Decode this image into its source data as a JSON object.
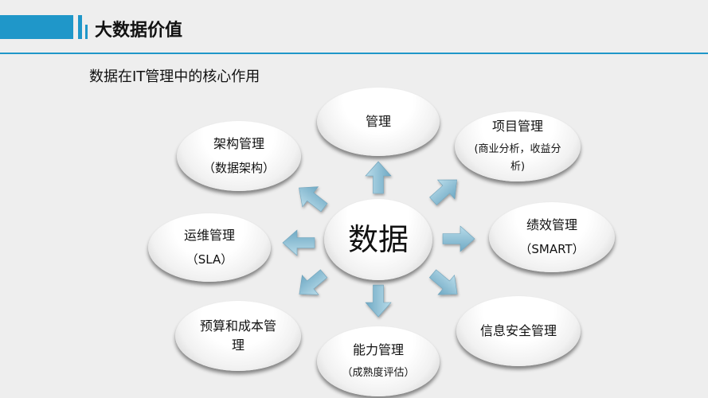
{
  "header": {
    "title": "大数据价值"
  },
  "subtitle": "数据在IT管理中的核心作用",
  "colors": {
    "accent": "#1f97c9",
    "arrow": "#8fc3da"
  },
  "center": {
    "label": "数据"
  },
  "nodes": [
    {
      "id": "mgmt",
      "line1": "管理",
      "line2": ""
    },
    {
      "id": "project",
      "line1": "项目管理",
      "line2": "(商业分析，收益分析)"
    },
    {
      "id": "performance",
      "line1": "绩效管理",
      "line2": "（SMART）"
    },
    {
      "id": "security",
      "line1": "信息安全管理",
      "line2": ""
    },
    {
      "id": "capability",
      "line1": "能力管理",
      "line2": "（成熟度评估）"
    },
    {
      "id": "budget",
      "line1": "预算和成本管理",
      "line2": ""
    },
    {
      "id": "ops",
      "line1": "运维管理",
      "line2": "（SLA）"
    },
    {
      "id": "arch",
      "line1": "架构管理",
      "line2": "（数据架构）"
    }
  ]
}
